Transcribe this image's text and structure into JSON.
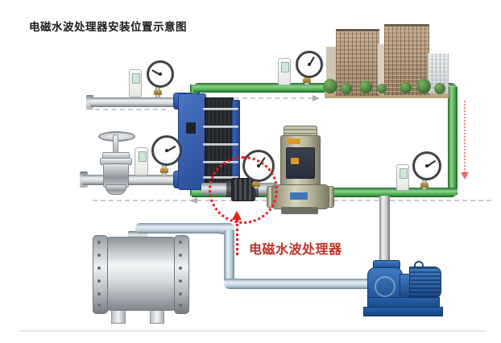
{
  "title": "电磁水波处理器安装位置示意图",
  "callout": {
    "label": "电磁水波处理器",
    "circle_color": "#ed1c16",
    "label_color": "#bf3026"
  },
  "colors": {
    "supply_return_pipe_green": "#4caf50",
    "steel_pipe_gray": "#cdd2d6",
    "tank_branch_pipe_blue": "#bcd0da",
    "heat_exchanger_blue": "#2f55a4",
    "end_pump_blue": "#2463ae",
    "inline_pump_khaki": "#b3b099",
    "flow_dash_gray": "#c5cace"
  },
  "icons": {
    "pressure_gauge": "round-dial-gauge",
    "thermometer": "digital-stick-thermometer",
    "valve": "handwheel-gate-valve",
    "flow_arrow": "dashed-arrow"
  }
}
